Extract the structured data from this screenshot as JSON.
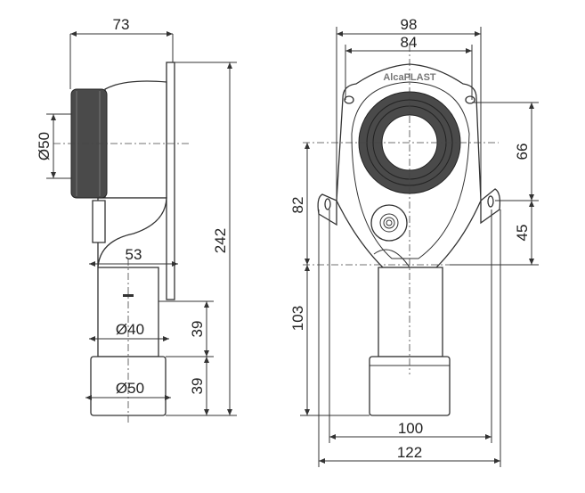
{
  "side_view": {
    "dims": {
      "width_top": "73",
      "inlet_diameter": "Ø50",
      "offset": "53",
      "total_height": "242",
      "pipe_diameter": "Ø40",
      "pipe_height": "39",
      "outlet_diameter": "Ø50",
      "outlet_height": "39"
    }
  },
  "front_view": {
    "logo": "AlcaPLAST",
    "dims": {
      "outer_width": "98",
      "hole_spacing": "84",
      "upper_height": "66",
      "lower_height": "45",
      "center_height": "82",
      "outlet_height": "103",
      "lug_spacing": "100",
      "total_width": "122"
    }
  },
  "colors": {
    "seal": "#4a4a4a",
    "line": "#333333"
  }
}
